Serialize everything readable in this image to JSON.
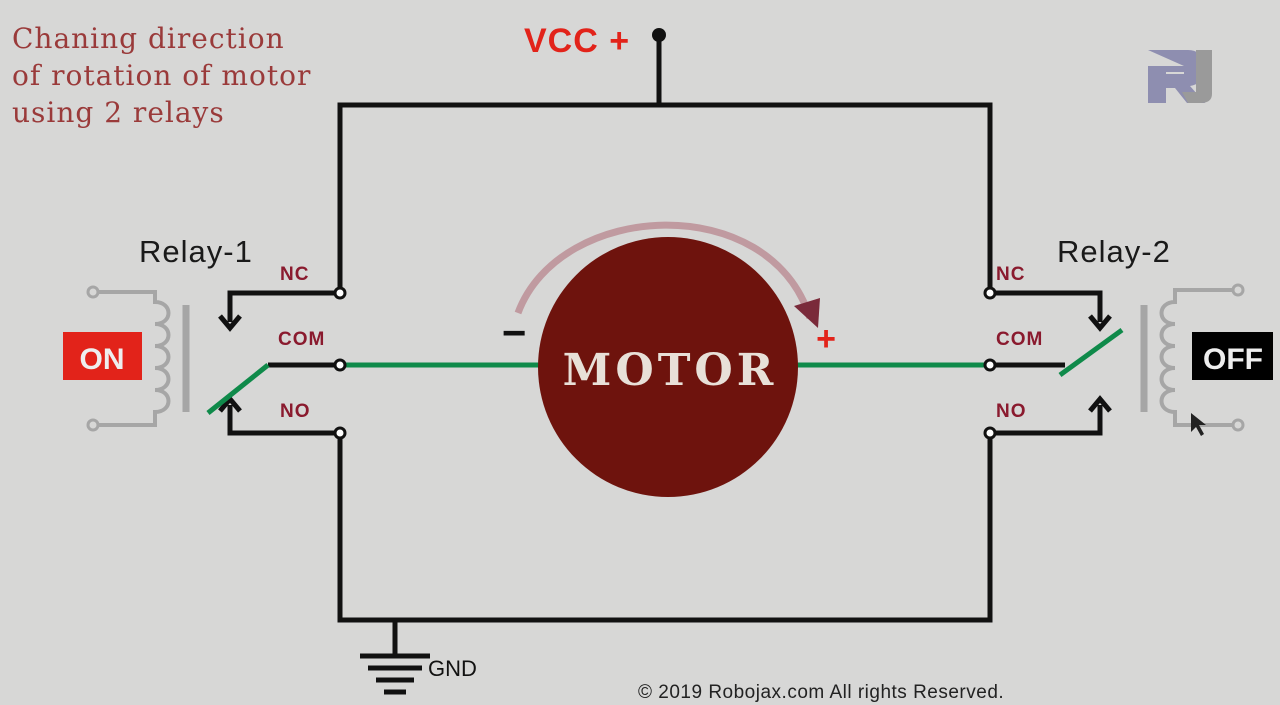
{
  "title_lines": [
    "Chaning direction",
    "of rotation of motor",
    "using 2 relays"
  ],
  "vcc_label": "VCC +",
  "gnd_label": "GND",
  "motor_label": "MOTOR",
  "motor_minus": "−",
  "motor_plus": "+",
  "logo": "RJ",
  "relay1": {
    "name": "Relay-1",
    "nc": "NC",
    "com": "COM",
    "no": "NO",
    "state": "ON"
  },
  "relay2": {
    "name": "Relay-2",
    "nc": "NC",
    "com": "COM",
    "no": "NO",
    "state": "OFF"
  },
  "copyright": "© 2019 Robojax.com All rights Reserved.",
  "colors": {
    "wire": "#111111",
    "active_wire": "#0f8a4a",
    "motor": "#6e130d",
    "label": "#8a1a2e",
    "on": "#e2231a",
    "off": "#000000",
    "accent": "#e2231a"
  }
}
